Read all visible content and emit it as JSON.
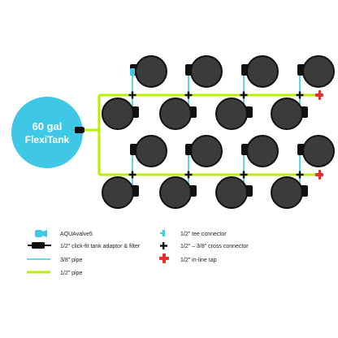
{
  "tank": {
    "line1": "60 gal",
    "line2": "FlexiTank",
    "color": "#3ec8e6"
  },
  "colors": {
    "pipe_half": "#b4f000",
    "pipe_three_eighths": "#42c8dc",
    "pot": "#3b3b3b",
    "pot_outline": "#111111",
    "tap": "#e52e2e",
    "connector": "#111111",
    "aquavalve": "#3ec8e6"
  },
  "legend": {
    "left": [
      {
        "icon": "aquavalve-icon",
        "label": "AQUAvalve5"
      },
      {
        "icon": "tank-adaptor-filter-icon",
        "label": "1/2\" click-fit tank adaptor & filter"
      },
      {
        "icon": "pipe-three-eighths-icon",
        "label": "3/8\" pipe"
      },
      {
        "icon": "pipe-half-icon",
        "label": "1/2\" pipe"
      }
    ],
    "right": [
      {
        "icon": "tee-connector-icon",
        "label": "1/2\" tee connector"
      },
      {
        "icon": "cross-connector-icon",
        "label": "1/2\" – 3/8\" cross connector"
      },
      {
        "icon": "inline-tap-icon",
        "label": "1/2\" in-line tap"
      }
    ]
  }
}
